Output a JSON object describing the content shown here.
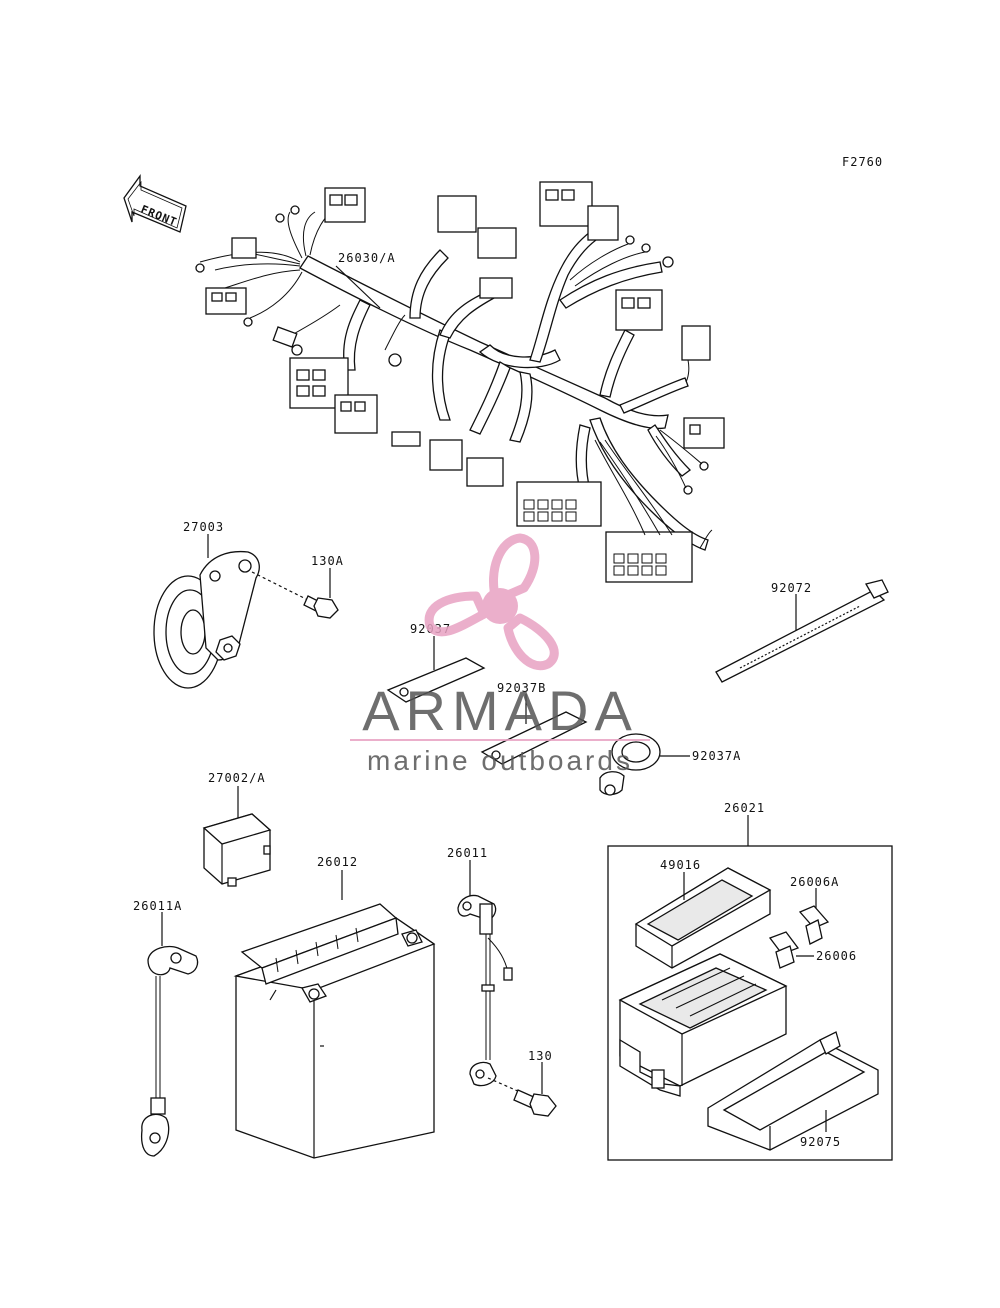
{
  "figure_code": "F2760",
  "front_label": "FRONT",
  "parts": {
    "p26030A": "26030/A",
    "p27003": "27003",
    "p130A": "130A",
    "p92037": "92037",
    "p92037B": "92037B",
    "p92037A": "92037A",
    "p92072": "92072",
    "p27002A": "27002/A",
    "p26012": "26012",
    "p26011": "26011",
    "p26011A": "26011A",
    "p130": "130",
    "p26021": "26021",
    "p49016": "49016",
    "p26006A": "26006A",
    "p26006": "26006",
    "p92075": "92075"
  },
  "watermark": {
    "brand": "ARMADA",
    "tagline": "marine outboards",
    "logo_icon": "propeller-icon",
    "color": "#e8a2c3",
    "text_color": "#555555"
  }
}
